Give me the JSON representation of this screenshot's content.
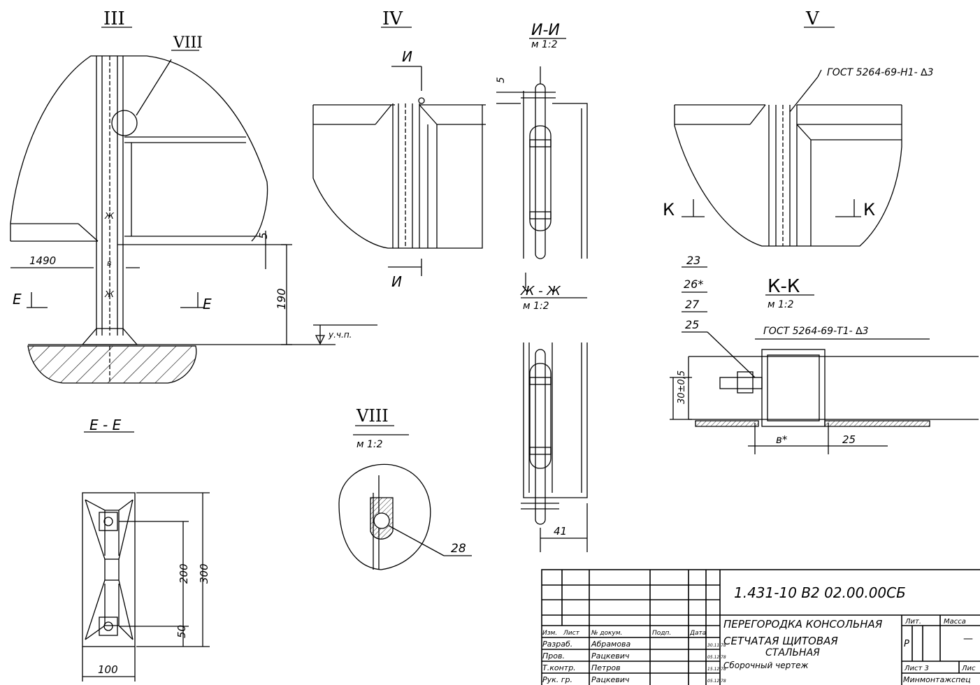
{
  "views": {
    "III": {
      "title": "III",
      "detail_callout": "VIII",
      "dims": {
        "offset": "1490",
        "gap": "5",
        "height": "190",
        "b": "в",
        "floor_mark": "у.ч.п."
      },
      "cut_e": "Е",
      "cut_zh": "Ж"
    },
    "IV": {
      "title": "IV",
      "cut_i": "И"
    },
    "II": {
      "title": "И-И",
      "scale": "м 1:2",
      "dim": "5"
    },
    "ZHZH": {
      "title": "Ж - Ж",
      "scale": "м 1:2",
      "dim": "41"
    },
    "V": {
      "title": "V",
      "weld_note": "ГОСТ 5264-69-Н1- ∆3",
      "cut_k": "К"
    },
    "KK": {
      "title": "К-К",
      "scale": "м 1:2",
      "weld_note": "ГОСТ 5264-69-Т1- ∆3",
      "positions": [
        "23",
        "26*",
        "27",
        "25"
      ],
      "dims": {
        "height": "30±0,5",
        "b": "в*",
        "width": "25"
      }
    },
    "EE": {
      "title": "Е - Е",
      "dims": {
        "height_total": "300",
        "height_mid": "200",
        "height_low": "50",
        "width": "100"
      }
    },
    "VIII": {
      "title": "VIII",
      "scale": "м 1:2",
      "position": "28"
    }
  },
  "title_block": {
    "doc_code": "1.431-10 В2 02.00.00СБ",
    "name_line1": "ПЕРЕГОРОДКА КОНСОЛЬНАЯ",
    "name_line2": "СЕТЧАТАЯ ЩИТОВАЯ",
    "name_line3": "СТАЛЬНАЯ",
    "name_line4": "Сборочный чертеж",
    "headers": [
      "Изм.",
      "Лист",
      "№ докум.",
      "Подп.",
      "Дата"
    ],
    "rows": [
      {
        "role": "Разраб.",
        "name": "Абрамова",
        "date": "30.11.78"
      },
      {
        "role": "Пров.",
        "name": "Рацкевич",
        "date": "05.12.78"
      },
      {
        "role": "Т.контр.",
        "name": "Петров",
        "date": "15.12.78"
      },
      {
        "role": "Рук. гр.",
        "name": "Рацкевич",
        "date": "05.12.78"
      }
    ],
    "lit_header": "Лит.",
    "mass_header": "Масса",
    "lit_value": "Р",
    "mass_value": "—",
    "sheet": "Лист 3",
    "sheets": "Лис",
    "org": "Минмонтажспец"
  }
}
